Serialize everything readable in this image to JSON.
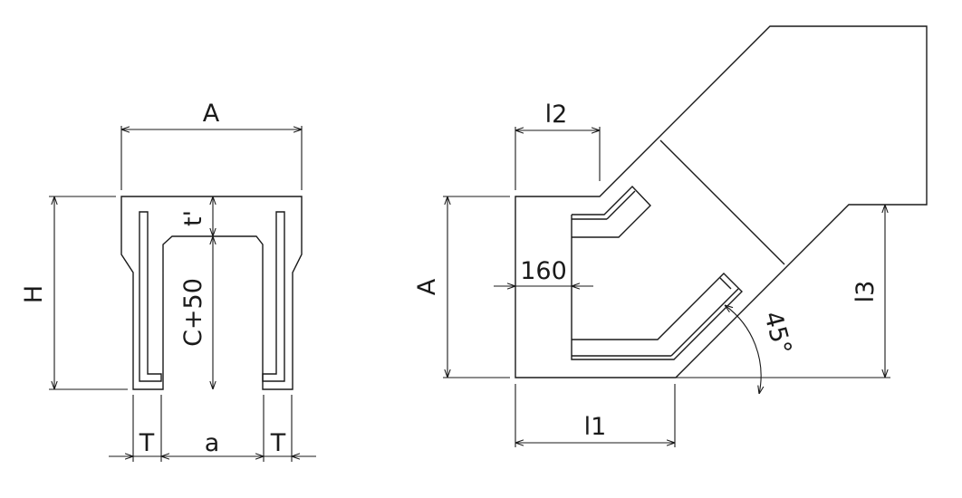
{
  "labels": {
    "width_top": "A",
    "height": "H",
    "wall_thickness": "t'",
    "inner_height": "C+50",
    "foot_left": "T",
    "bottom_opening": "a",
    "foot_right": "T",
    "top_offset": "l2",
    "plan_width": "A",
    "plan_offset": "160",
    "angle": "45°",
    "right_height": "l3",
    "bottom_length": "l1"
  },
  "colors": {
    "line": "#1a1a1a",
    "background": "#ffffff"
  }
}
